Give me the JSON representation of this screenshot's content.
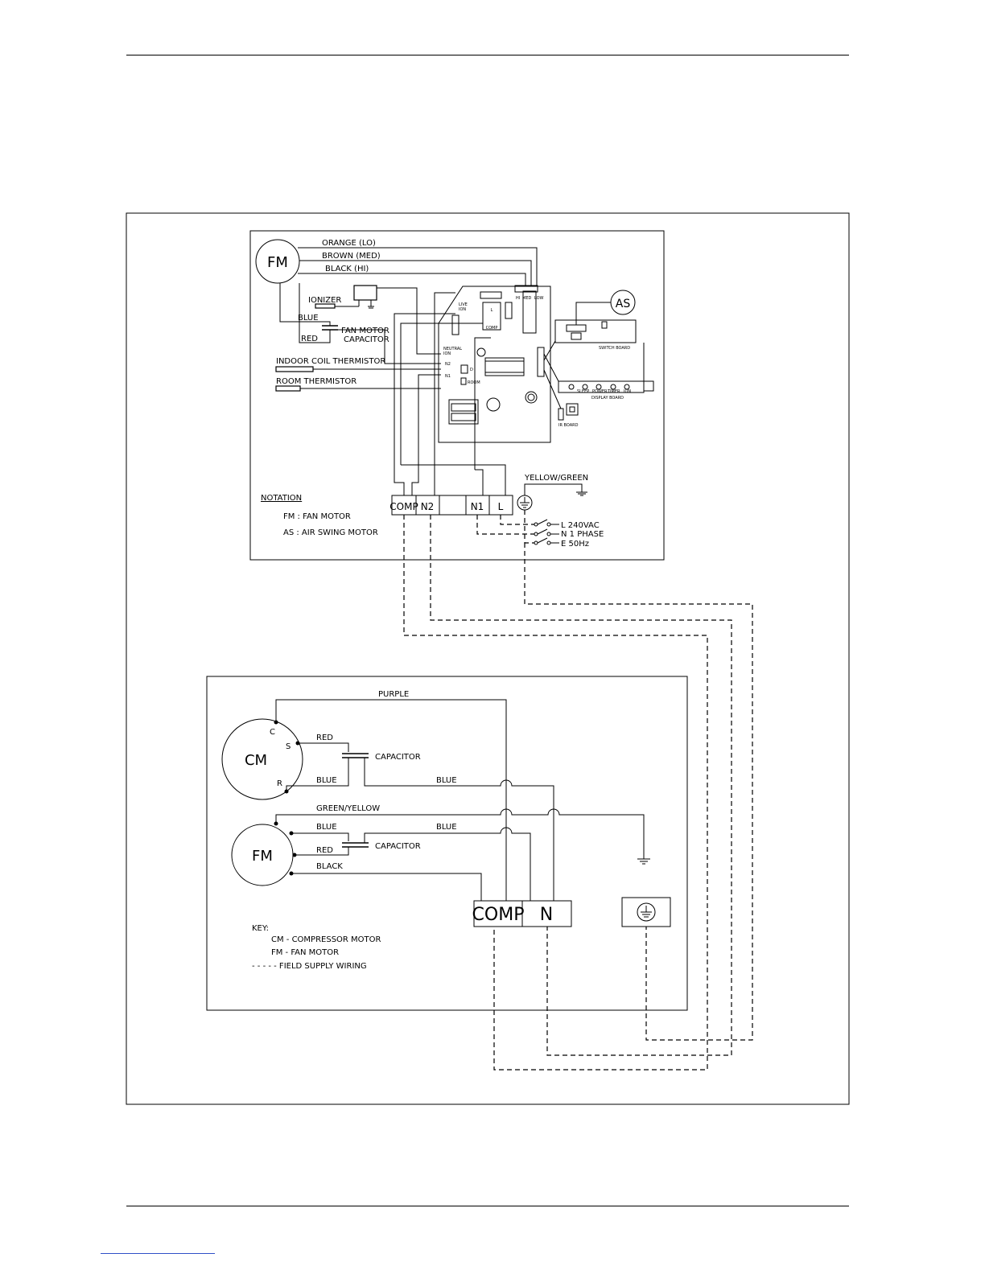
{
  "indoor": {
    "fm": "FM",
    "as": "AS",
    "wire_orange": "ORANGE (LO)",
    "wire_brown": "BROWN (MED)",
    "wire_black": "BLACK (HI)",
    "ionizer": "IONIZER",
    "blue": "BLUE",
    "red": "RED",
    "fan_cap_1": "FAN MOTOR",
    "fan_cap_2": "CAPACITOR",
    "coil_therm": "INDOOR COIL THERMISTOR",
    "room_therm": "ROOM THERMISTOR",
    "yellow_green": "YELLOW/GREEN",
    "pcb_live": "LIVE",
    "pcb_ion": "ION",
    "pcb_l": "L",
    "pcb_comp": "COMP",
    "pcb_neutral": "NEUTRAL",
    "pcb_ion2": "ION",
    "pcb_n2": "N2",
    "pcb_n1": "N1",
    "pcb_d": "D",
    "pcb_room": "ROOM",
    "pcb_hi": "HI",
    "pcb_med": "MED",
    "pcb_low": "LOW",
    "switch_board": "SWITCH BOARD",
    "display_board": "DISPLAY BOARD",
    "disp_sleep": "SLEEP",
    "disp_power": "POWER",
    "disp_timer": "TIMER",
    "disp_ion": "ION",
    "ir_board": "IR BOARD",
    "terminals": [
      "COMP",
      "N2",
      "",
      "N1",
      "L"
    ],
    "supply_l": "L  240VAC",
    "supply_n": "N  1 PHASE",
    "supply_e": "E  50Hz",
    "notation_title": "NOTATION",
    "notation_fm": "FM :   FAN MOTOR",
    "notation_as": "AS :   AIR SWING MOTOR"
  },
  "outdoor": {
    "purple": "PURPLE",
    "cm": "CM",
    "c": "C",
    "s": "S",
    "r": "R",
    "red1": "RED",
    "capacitor1": "CAPACITOR",
    "blue1": "BLUE",
    "blue2": "BLUE",
    "green_yellow": "GREEN/YELLOW",
    "fm": "FM",
    "blue3": "BLUE",
    "blue4": "BLUE",
    "red2": "RED",
    "capacitor2": "CAPACITOR",
    "black": "BLACK",
    "term_comp": "COMP",
    "term_n": "N",
    "key_title": "KEY:",
    "key_cm": "CM  -  COMPRESSOR MOTOR",
    "key_fm": "FM  -  FAN MOTOR",
    "key_field": "- - - - -  FIELD SUPPLY WIRING"
  }
}
